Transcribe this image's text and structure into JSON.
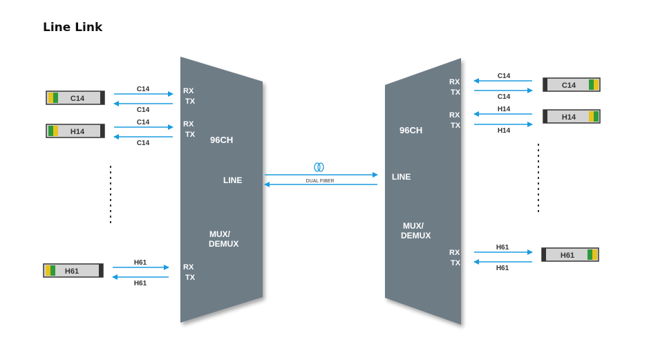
{
  "title": "Line Link",
  "left_mux": {
    "channels": "96CH",
    "line": "LINE",
    "mux_line1": "MUX/",
    "mux_line2": "DEMUX",
    "ports": [
      {
        "rx": "RX",
        "tx": "TX"
      },
      {
        "rx": "RX",
        "tx": "TX"
      },
      {
        "rx": "RX",
        "tx": "TX"
      }
    ]
  },
  "right_mux": {
    "channels": "96CH",
    "line": "LINE",
    "mux_line1": "MUX/",
    "mux_line2": "DEMUX",
    "ports": [
      {
        "rx": "RX",
        "tx": "TX"
      },
      {
        "rx": "RX",
        "tx": "TX"
      },
      {
        "rx": "RX",
        "tx": "TX"
      }
    ]
  },
  "left_modules": [
    {
      "label": "C14",
      "arrow_top": "C14",
      "arrow_bottom": "C14"
    },
    {
      "label": "H14",
      "arrow_top": "C14",
      "arrow_bottom": "C14"
    },
    {
      "label": "H61",
      "arrow_top": "H61",
      "arrow_bottom": "H61"
    }
  ],
  "right_modules": [
    {
      "label": "C14",
      "arrow_top": "C14",
      "arrow_bottom": "C14"
    },
    {
      "label": "H14",
      "arrow_top": "H14",
      "arrow_bottom": "H14"
    },
    {
      "label": "H61",
      "arrow_top": "H61",
      "arrow_bottom": "H61"
    }
  ],
  "link": {
    "label": "DUAL FIBER"
  },
  "colors": {
    "mux_fill": "#6e7b86",
    "arrow": "#1a9be0",
    "module_body": "#d4d4d4",
    "green": "#2e9b3a",
    "yellow": "#e8c21c",
    "text": "#333333"
  }
}
